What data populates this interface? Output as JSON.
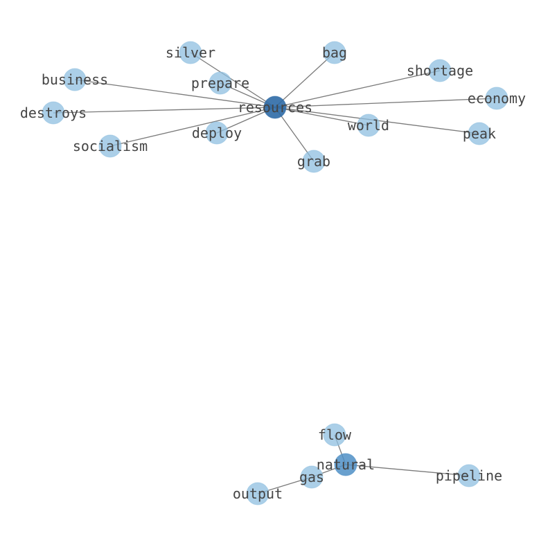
{
  "colors": {
    "hub": "#2e6aa6",
    "hub_secondary": "#4f8fc6",
    "leaf": "#8fbfe0",
    "edge": "#7a7a7a",
    "label": "#444444"
  },
  "nodes": [
    {
      "id": "resources",
      "label": "resources",
      "kind": "hub"
    },
    {
      "id": "silver",
      "label": "silver",
      "kind": "leaf"
    },
    {
      "id": "bag",
      "label": "bag",
      "kind": "leaf"
    },
    {
      "id": "shortage",
      "label": "shortage",
      "kind": "leaf"
    },
    {
      "id": "business",
      "label": "business",
      "kind": "leaf"
    },
    {
      "id": "prepare",
      "label": "prepare",
      "kind": "leaf"
    },
    {
      "id": "economy",
      "label": "economy",
      "kind": "leaf"
    },
    {
      "id": "destroys",
      "label": "destroys",
      "kind": "leaf"
    },
    {
      "id": "world",
      "label": "world",
      "kind": "leaf"
    },
    {
      "id": "deploy",
      "label": "deploy",
      "kind": "leaf"
    },
    {
      "id": "peak",
      "label": "peak",
      "kind": "leaf"
    },
    {
      "id": "socialism",
      "label": "socialism",
      "kind": "leaf"
    },
    {
      "id": "grab",
      "label": "grab",
      "kind": "leaf"
    },
    {
      "id": "natural",
      "label": "natural",
      "kind": "hub_secondary"
    },
    {
      "id": "flow",
      "label": "flow",
      "kind": "leaf"
    },
    {
      "id": "gas",
      "label": "gas",
      "kind": "leaf"
    },
    {
      "id": "pipeline",
      "label": "pipeline",
      "kind": "leaf"
    },
    {
      "id": "output",
      "label": "output",
      "kind": "leaf"
    }
  ],
  "edges": [
    [
      "resources",
      "silver"
    ],
    [
      "resources",
      "bag"
    ],
    [
      "resources",
      "shortage"
    ],
    [
      "resources",
      "business"
    ],
    [
      "resources",
      "prepare"
    ],
    [
      "resources",
      "economy"
    ],
    [
      "resources",
      "destroys"
    ],
    [
      "resources",
      "world"
    ],
    [
      "resources",
      "deploy"
    ],
    [
      "resources",
      "peak"
    ],
    [
      "resources",
      "socialism"
    ],
    [
      "resources",
      "grab"
    ],
    [
      "natural",
      "flow"
    ],
    [
      "natural",
      "gas"
    ],
    [
      "natural",
      "pipeline"
    ],
    [
      "gas",
      "output"
    ]
  ]
}
